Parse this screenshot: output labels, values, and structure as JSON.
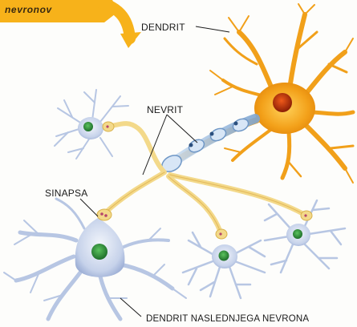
{
  "header": {
    "title": "nevronov"
  },
  "labels": {
    "dendrit": "DENDRIT",
    "nevrit": "NEVRIT",
    "sinapsa": "SINAPSA",
    "next_dendrite": "DENDRIT NASLEDNJEGA NEVRONA"
  },
  "colors": {
    "orange_neuron": "#f4a51c",
    "blue_neuron": "#c9d4ea",
    "axon": "#f3d98a",
    "nucleus_green": "#2f8f3a",
    "title_banner": "#f7b21a"
  }
}
